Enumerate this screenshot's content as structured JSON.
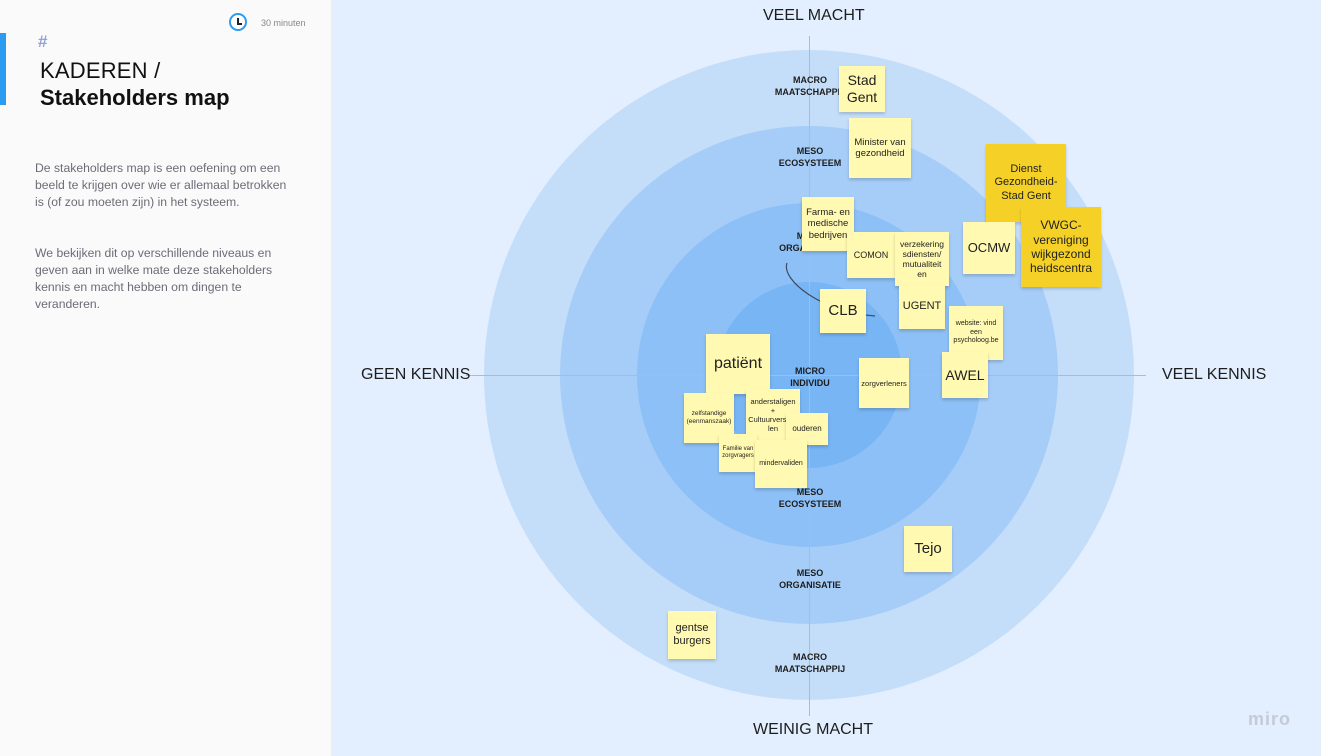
{
  "sidebar": {
    "hash": "#",
    "title_line1": "KADEREN /",
    "title_line2": "Stakeholders map",
    "timer": {
      "icon": "clock-icon",
      "text": "30 minuten"
    },
    "desc1": "De stakeholders map is een oefening om een beeld te krijgen over wie er allemaal betrokken is (of zou moeten zijn) in het systeem.",
    "desc2": "We bekijken dit op verschillende niveaus en geven aan in welke mate deze stakeholders kennis en macht hebben om dingen te veranderen."
  },
  "axes": {
    "top": "VEEL MACHT",
    "bottom": "WEINIG MACHT",
    "left": "GEEN KENNIS",
    "right": "VEEL KENNIS"
  },
  "levels": {
    "macro_top": [
      "MACRO",
      "MAATSCHAPPIJ"
    ],
    "meso_top": [
      "MESO",
      "ECOSYSTEEM"
    ],
    "org_top": [
      "MESO",
      "ORGANISATIE"
    ],
    "micro": [
      "MICRO",
      "INDIVIDU"
    ],
    "meso_bottom": [
      "MESO",
      "ECOSYSTEEM"
    ],
    "org_bottom": [
      "MESO",
      "ORGANISATIE"
    ],
    "macro_bottom": [
      "MACRO",
      "MAATSCHAPPIJ"
    ]
  },
  "notes": {
    "stad_gent": "Stad Gent",
    "minister": "Minister van gezondheid",
    "dienst": "Dienst Gezondheid- Stad Gent",
    "vwgc": "VWGC- vereniging wijkgezond heidscentra",
    "farma": "Farma- en medische bedrijven",
    "comon": "COMON",
    "verzekering": "verzekering sdiensten/ mutualiteit en",
    "ocmw": "OCMW",
    "clb": "CLB",
    "ugent": "UGENT",
    "website": "website: vind een psycholoog.be",
    "patient": "patiënt",
    "zorgverleners": "zorgverleners",
    "awel": "AWEL",
    "zelfstandige": "zelfstandige (eenmanszaak)",
    "staligen": "anderstaligen + Cultuurverschillen",
    "ouderen": "ouderen",
    "familie": "Familie van zorgvragers",
    "mindervaliden": "mindervaliden",
    "tejo": "Tejo",
    "gentse": "gentse burgers"
  },
  "brand": {
    "logo": "miro"
  },
  "colors": {
    "sticky_yellow": "#fff9b1",
    "sticky_dark_yellow": "#f5d128",
    "accent_blue": "#2d9bf0",
    "ring_1": "#c4defa",
    "ring_2": "#a6cdf8",
    "ring_3": "#8dc0f6",
    "ring_4": "#78b5f5"
  }
}
